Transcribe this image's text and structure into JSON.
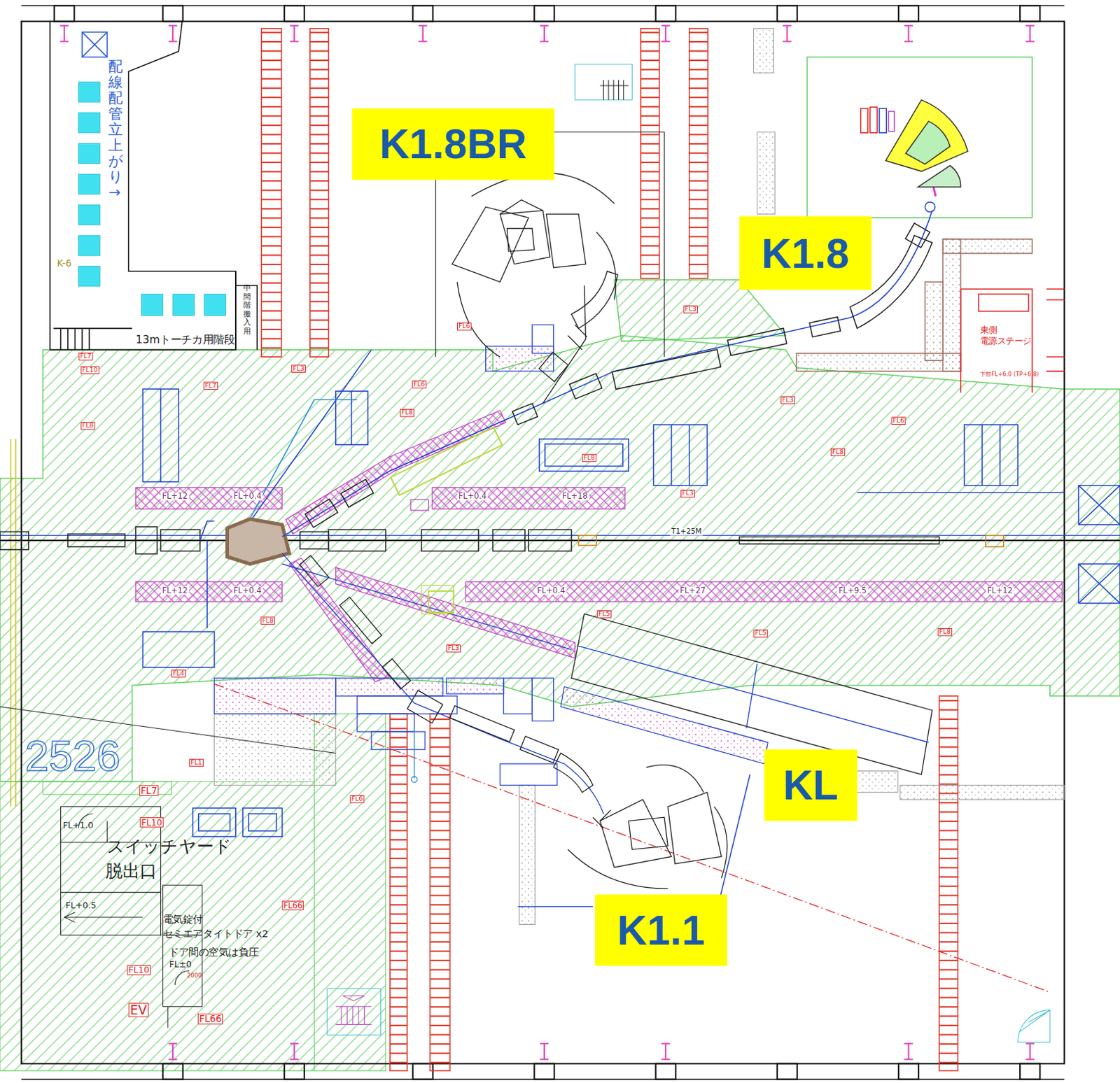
{
  "diagram": {
    "nodes": [
      {
        "text": [
          "K1.8BR"
        ]
      },
      {
        "text": [
          "K1.8"
        ]
      },
      {
        "text": [
          "KL"
        ]
      },
      {
        "text": [
          "K1.1"
        ]
      }
    ],
    "labels": [
      "配線配管立上がり→",
      "K-6",
      "13mトーチカ用階段",
      "中間階搬入用",
      "T1+25M",
      "東側",
      "電源ステージ",
      "下部FL+6.0 (TP+6.8)",
      "2526",
      "スイッチヤード",
      "脱出口",
      "電気錠付",
      "セミエアタイトドア x2",
      "ドア間の空気は負圧",
      "FL+1.0",
      "FL+0.5",
      "FL±0",
      "2000",
      "EV",
      "FL7",
      "FL10",
      "FL66",
      "FL10",
      "FL66",
      "FL7",
      "FL10",
      "FL8",
      "FL7",
      "FL3",
      "FL6",
      "FL3",
      "FL6",
      "FL8",
      "FL3",
      "FL6",
      "FL8",
      "FL8",
      "FL3",
      "FL5",
      "FL5",
      "FL8",
      "FL1",
      "FL6",
      "FL8",
      "FL4",
      "FL3",
      "FL+12",
      "FL+0.4",
      "FL+0.4",
      "FL+18",
      "FL+12",
      "FL+0.4",
      "FL+0.4",
      "FL+27",
      "FL+9.5",
      "FL+12"
    ]
  }
}
